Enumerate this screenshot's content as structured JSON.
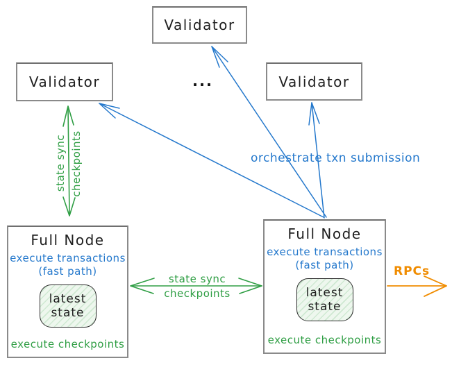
{
  "colors": {
    "green": "#2f9e44",
    "blue": "#2478cc",
    "orange": "#f08c00",
    "ink": "#1e1e1e",
    "box_border": "#8a8a8a",
    "state_fill": "#eef7ee",
    "state_stripe": "#cfe9d2"
  },
  "nodes": {
    "validator_top": {
      "label": "Validator"
    },
    "validator_left": {
      "label": "Validator"
    },
    "validator_right": {
      "label": "Validator"
    },
    "ellipsis": "...",
    "fullnode_left": {
      "title": "Full Node",
      "exec_line1": "execute transactions",
      "exec_line2": "(fast path)",
      "state_line1": "latest",
      "state_line2": "state",
      "footer": "execute checkpoints"
    },
    "fullnode_right": {
      "title": "Full Node",
      "exec_line1": "execute transactions",
      "exec_line2": "(fast path)",
      "state_line1": "latest",
      "state_line2": "state",
      "footer": "execute checkpoints"
    }
  },
  "edges": {
    "state_sync_vertical": {
      "line1": "state sync",
      "line2": "checkpoints"
    },
    "state_sync_horizontal": {
      "line1": "state sync",
      "line2": "checkpoints"
    },
    "orchestrate": {
      "label": "orchestrate txn submission"
    },
    "rpcs": {
      "label": "RPCs"
    }
  }
}
